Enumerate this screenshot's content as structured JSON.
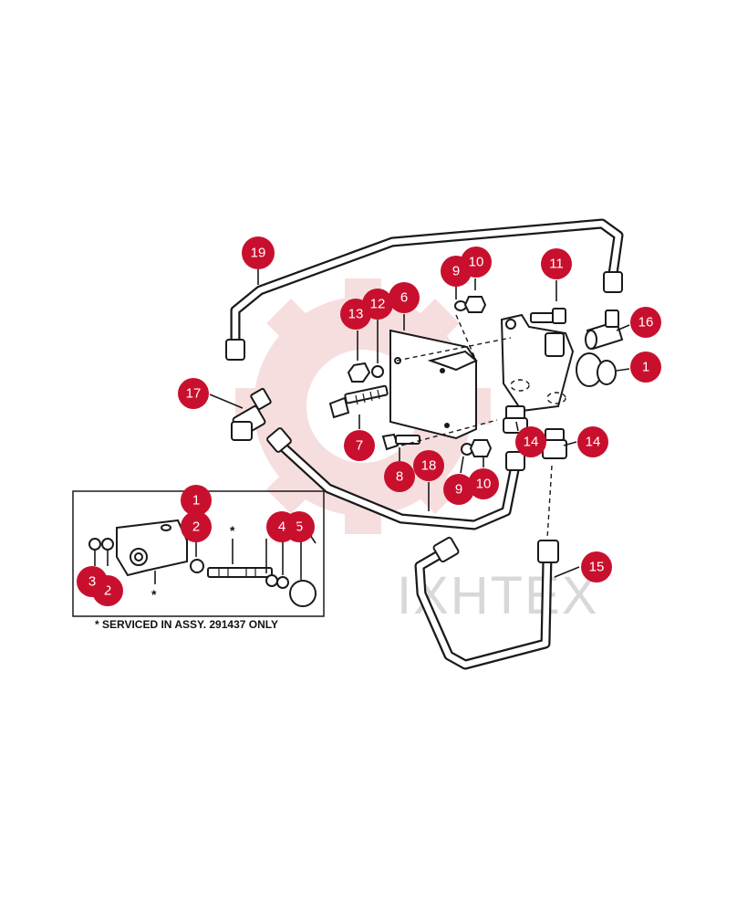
{
  "watermark": {
    "text": "IXHTEX",
    "color": "#f2c4c4"
  },
  "inset": {
    "footnote": "* SERVICED IN ASSY. 291437 ONLY",
    "asterisk": "*"
  },
  "callouts": [
    {
      "id": "c19",
      "label": "19"
    },
    {
      "id": "c9a",
      "label": "9"
    },
    {
      "id": "c10a",
      "label": "10"
    },
    {
      "id": "c11",
      "label": "11"
    },
    {
      "id": "c13",
      "label": "13"
    },
    {
      "id": "c12",
      "label": "12"
    },
    {
      "id": "c6",
      "label": "6"
    },
    {
      "id": "c16",
      "label": "16"
    },
    {
      "id": "c1a",
      "label": "1"
    },
    {
      "id": "c17",
      "label": "17"
    },
    {
      "id": "c7",
      "label": "7"
    },
    {
      "id": "c14a",
      "label": "14"
    },
    {
      "id": "c14b",
      "label": "14"
    },
    {
      "id": "c8",
      "label": "8"
    },
    {
      "id": "c18",
      "label": "18"
    },
    {
      "id": "c9b",
      "label": "9"
    },
    {
      "id": "c10b",
      "label": "10"
    },
    {
      "id": "c1b",
      "label": "1"
    },
    {
      "id": "c2a",
      "label": "2"
    },
    {
      "id": "c5",
      "label": "5"
    },
    {
      "id": "c4",
      "label": "4"
    },
    {
      "id": "c15",
      "label": "15"
    },
    {
      "id": "c3",
      "label": "3"
    },
    {
      "id": "c2b",
      "label": "2"
    }
  ],
  "colors": {
    "callout": "#c8102e",
    "line": "#1a1a1a"
  }
}
